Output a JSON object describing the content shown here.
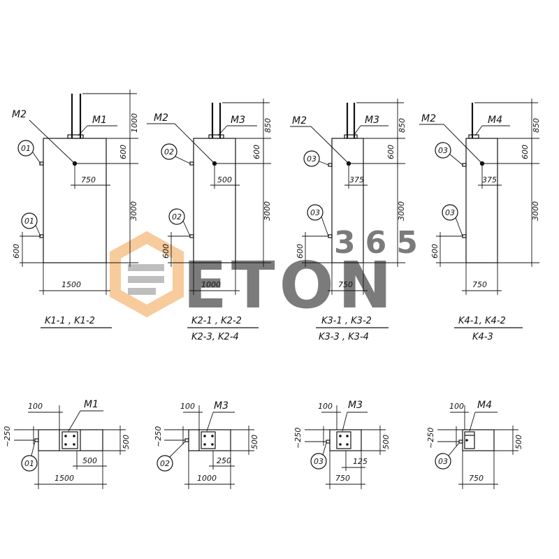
{
  "watermark": {
    "brand": "ETON",
    "number": "365",
    "color_gray": "#8a8a8a",
    "color_orange": "#f2a14a"
  },
  "elevations": [
    {
      "id": "k1",
      "embed_label": "M2",
      "top_plate_label": "M1",
      "bolt_label_upper": "01",
      "bolt_label_lower": "01",
      "dim_top": "1000",
      "dim_600_upper": "600",
      "dim_height": "3000",
      "dim_600_lower": "600",
      "dim_offset": "750",
      "dim_width": "1500",
      "caption_line1": "K1-1 , K1-2",
      "caption_line2": ""
    },
    {
      "id": "k2",
      "embed_label": "M2",
      "top_plate_label": "M3",
      "bolt_label_upper": "02",
      "bolt_label_lower": "02",
      "dim_top": "850",
      "dim_600_upper": "600",
      "dim_height": "3000",
      "dim_600_lower": "600",
      "dim_offset": "500",
      "dim_width": "1000",
      "caption_line1": "K2-1 , K2-2",
      "caption_line2": "K2-3, K2-4"
    },
    {
      "id": "k3",
      "embed_label": "M2",
      "top_plate_label": "M3",
      "bolt_label_upper": "03",
      "bolt_label_lower": "03",
      "dim_top": "850",
      "dim_600_upper": "600",
      "dim_height": "3000",
      "dim_600_lower": "600",
      "dim_offset": "375",
      "dim_width": "750",
      "caption_line1": "K3-1 , K3-2",
      "caption_line2": "K3-3 , K3-4"
    },
    {
      "id": "k4",
      "embed_label": "M2",
      "top_plate_label": "M4",
      "bolt_label_upper": "03",
      "bolt_label_lower": "03",
      "dim_top": "850",
      "dim_600_upper": "600",
      "dim_height": "3000",
      "dim_600_lower": "600",
      "dim_offset": "375",
      "dim_width": "750",
      "caption_line1": "K4-1, K4-2",
      "caption_line2": "K4-3"
    }
  ],
  "plans": [
    {
      "id": "p1",
      "plate_label": "M1",
      "dim_100": "100",
      "dim_250": "~250",
      "dim_depth": "500",
      "dim_half": "500",
      "dim_width": "1500",
      "bolt_label": "01"
    },
    {
      "id": "p2",
      "plate_label": "M3",
      "dim_100": "100",
      "dim_250": "~250",
      "dim_depth": "500",
      "dim_half": "250",
      "dim_width": "1000",
      "bolt_label": "02"
    },
    {
      "id": "p3",
      "plate_label": "M3",
      "dim_100": "100",
      "dim_250": "~250",
      "dim_depth": "500",
      "dim_half": "125",
      "dim_width": "750",
      "bolt_label": "03"
    },
    {
      "id": "p4",
      "plate_label": "M4",
      "dim_100": "100",
      "dim_250": "~250",
      "dim_depth": "500",
      "dim_half": "",
      "dim_width": "750",
      "bolt_label": "03"
    }
  ]
}
